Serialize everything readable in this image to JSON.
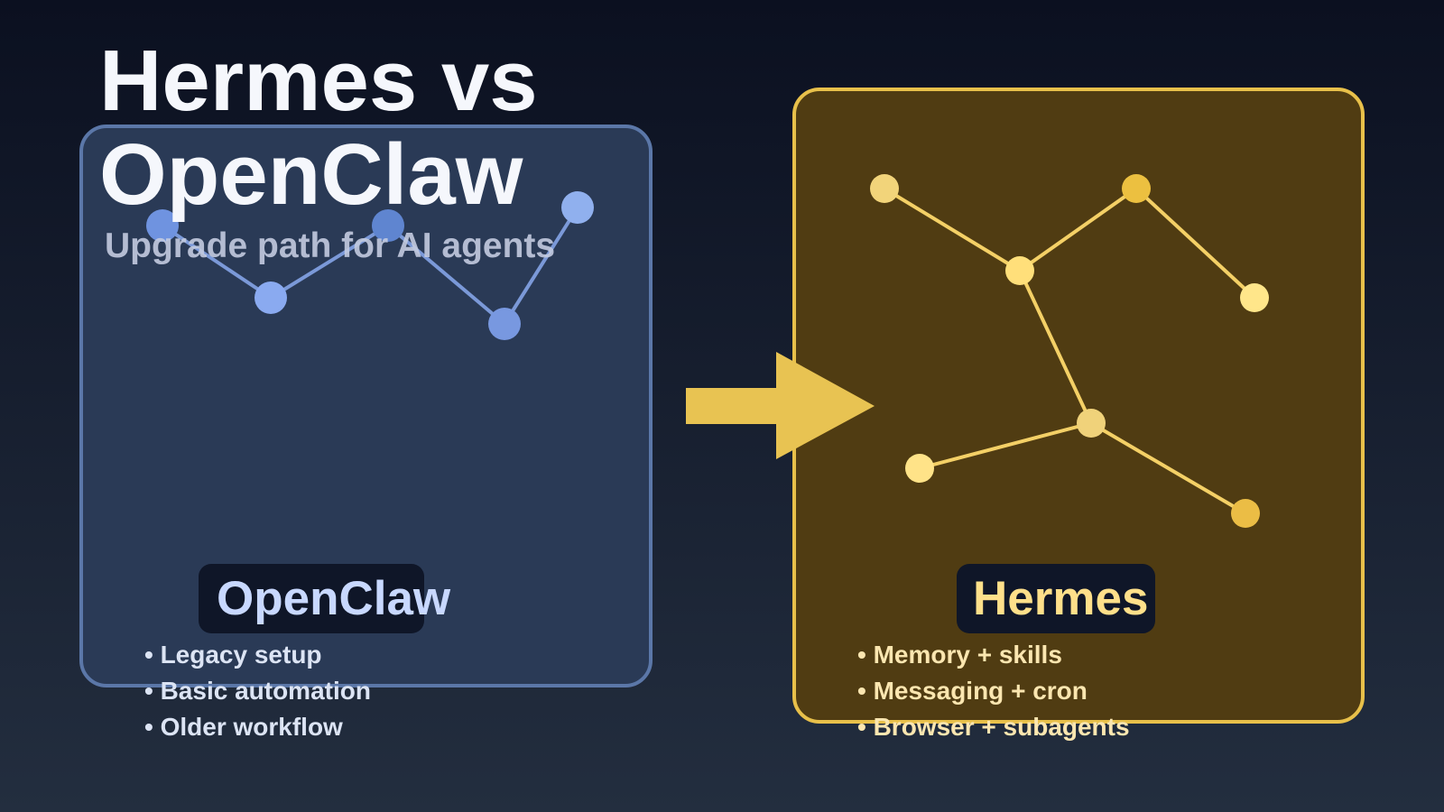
{
  "title": {
    "line1": "Hermes vs",
    "line2": "OpenClaw"
  },
  "subtitle": "Upgrade path for AI agents",
  "left_panel": {
    "label": "OpenClaw",
    "bullets": [
      "• Legacy setup",
      "• Basic automation",
      "• Older workflow"
    ],
    "colors": {
      "fill": "#2a3a56",
      "stroke": "#5b77a8",
      "line": "#7b99d8",
      "label": "#c8d8ff",
      "bullets": "#dce4f4"
    },
    "node_colors": [
      "#6f93e0",
      "#8aaaf0",
      "#5f85d0",
      "#7898e0",
      "#90b0ee"
    ]
  },
  "right_panel": {
    "label": "Hermes",
    "bullets": [
      "• Memory + skills",
      "• Messaging + cron",
      "• Browser + subagents"
    ],
    "colors": {
      "fill": "#503c12",
      "stroke": "#e8c04a",
      "line": "#f4d066",
      "label": "#ffe08a",
      "bullets": "#fbe6b0"
    },
    "node_colors": [
      "#f2d47a",
      "#ffdf7a",
      "#ecc040",
      "#ffe68a",
      "#f0d27a",
      "#ffe388",
      "#ebbd45"
    ]
  },
  "arrow": {
    "color": "#e8c352",
    "icon": "arrow-right-icon"
  },
  "colors": {
    "background_top": "#0b1020",
    "background_bottom": "#232e3f",
    "title": "#f5f7fc",
    "subtitle": "#c3cbe0",
    "pill": "#0f1628"
  }
}
